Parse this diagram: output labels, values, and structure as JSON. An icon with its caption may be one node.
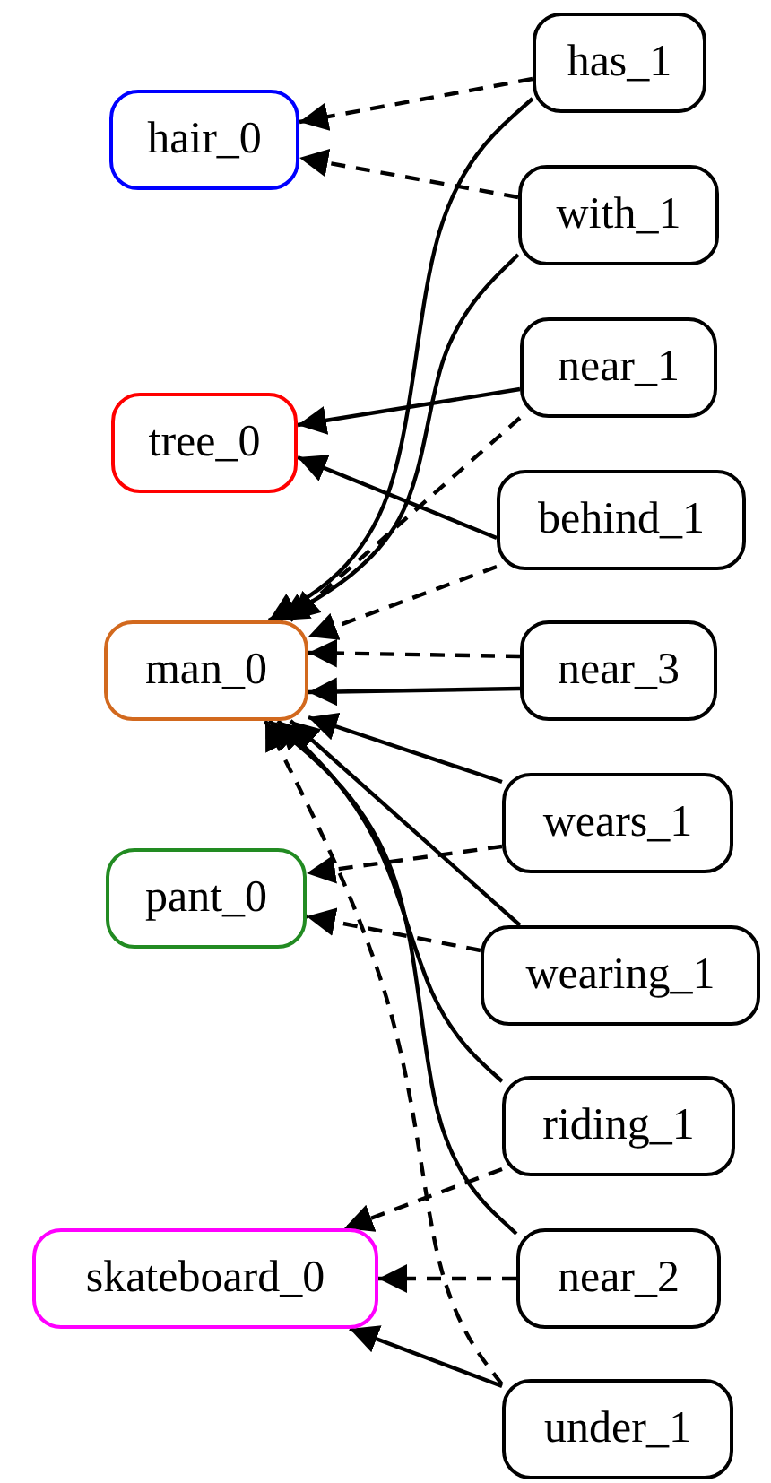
{
  "diagram": {
    "nodes": [
      {
        "text": [
          "has_1"
        ]
      },
      {
        "text": [
          "hair_0"
        ]
      },
      {
        "text": [
          "with_1"
        ]
      },
      {
        "text": [
          "near_1"
        ]
      },
      {
        "text": [
          "tree_0"
        ]
      },
      {
        "text": [
          "behind_1"
        ]
      },
      {
        "text": [
          "man_0"
        ]
      },
      {
        "text": [
          "near_3"
        ]
      },
      {
        "text": [
          "wears_1"
        ]
      },
      {
        "text": [
          "pant_0"
        ]
      },
      {
        "text": [
          "wearing_1"
        ]
      },
      {
        "text": [
          "riding_1"
        ]
      },
      {
        "text": [
          "skateboard_0"
        ]
      },
      {
        "text": [
          "near_2"
        ]
      },
      {
        "text": [
          "under_1"
        ]
      }
    ],
    "edges": [
      {
        "from": 0,
        "to": 1,
        "arrow": "to",
        "style": "dashed"
      },
      {
        "from": 0,
        "to": 6,
        "arrow": "to"
      },
      {
        "from": 2,
        "to": 1,
        "arrow": "to",
        "style": "dashed"
      },
      {
        "from": 2,
        "to": 6,
        "arrow": "to"
      },
      {
        "from": 3,
        "to": 4,
        "arrow": "to"
      },
      {
        "from": 3,
        "to": 6,
        "arrow": "to",
        "style": "dashed"
      },
      {
        "from": 5,
        "to": 4,
        "arrow": "to"
      },
      {
        "from": 5,
        "to": 6,
        "arrow": "to",
        "style": "dashed"
      },
      {
        "from": 7,
        "to": 6,
        "arrow": "to",
        "style": "dashed"
      },
      {
        "from": 7,
        "to": 6,
        "arrow": "to"
      },
      {
        "from": 8,
        "to": 6,
        "arrow": "to"
      },
      {
        "from": 8,
        "to": 9,
        "arrow": "to",
        "style": "dashed"
      },
      {
        "from": 10,
        "to": 6,
        "arrow": "to"
      },
      {
        "from": 10,
        "to": 9,
        "arrow": "to",
        "style": "dashed"
      },
      {
        "from": 11,
        "to": 6,
        "arrow": "to"
      },
      {
        "from": 11,
        "to": 12,
        "arrow": "to",
        "style": "dashed"
      },
      {
        "from": 13,
        "to": 6,
        "arrow": "to"
      },
      {
        "from": 13,
        "to": 12,
        "arrow": "to",
        "style": "dashed"
      },
      {
        "from": 14,
        "to": 6,
        "arrow": "to",
        "style": "dashed"
      },
      {
        "from": 14,
        "to": 12,
        "arrow": "to"
      }
    ]
  }
}
